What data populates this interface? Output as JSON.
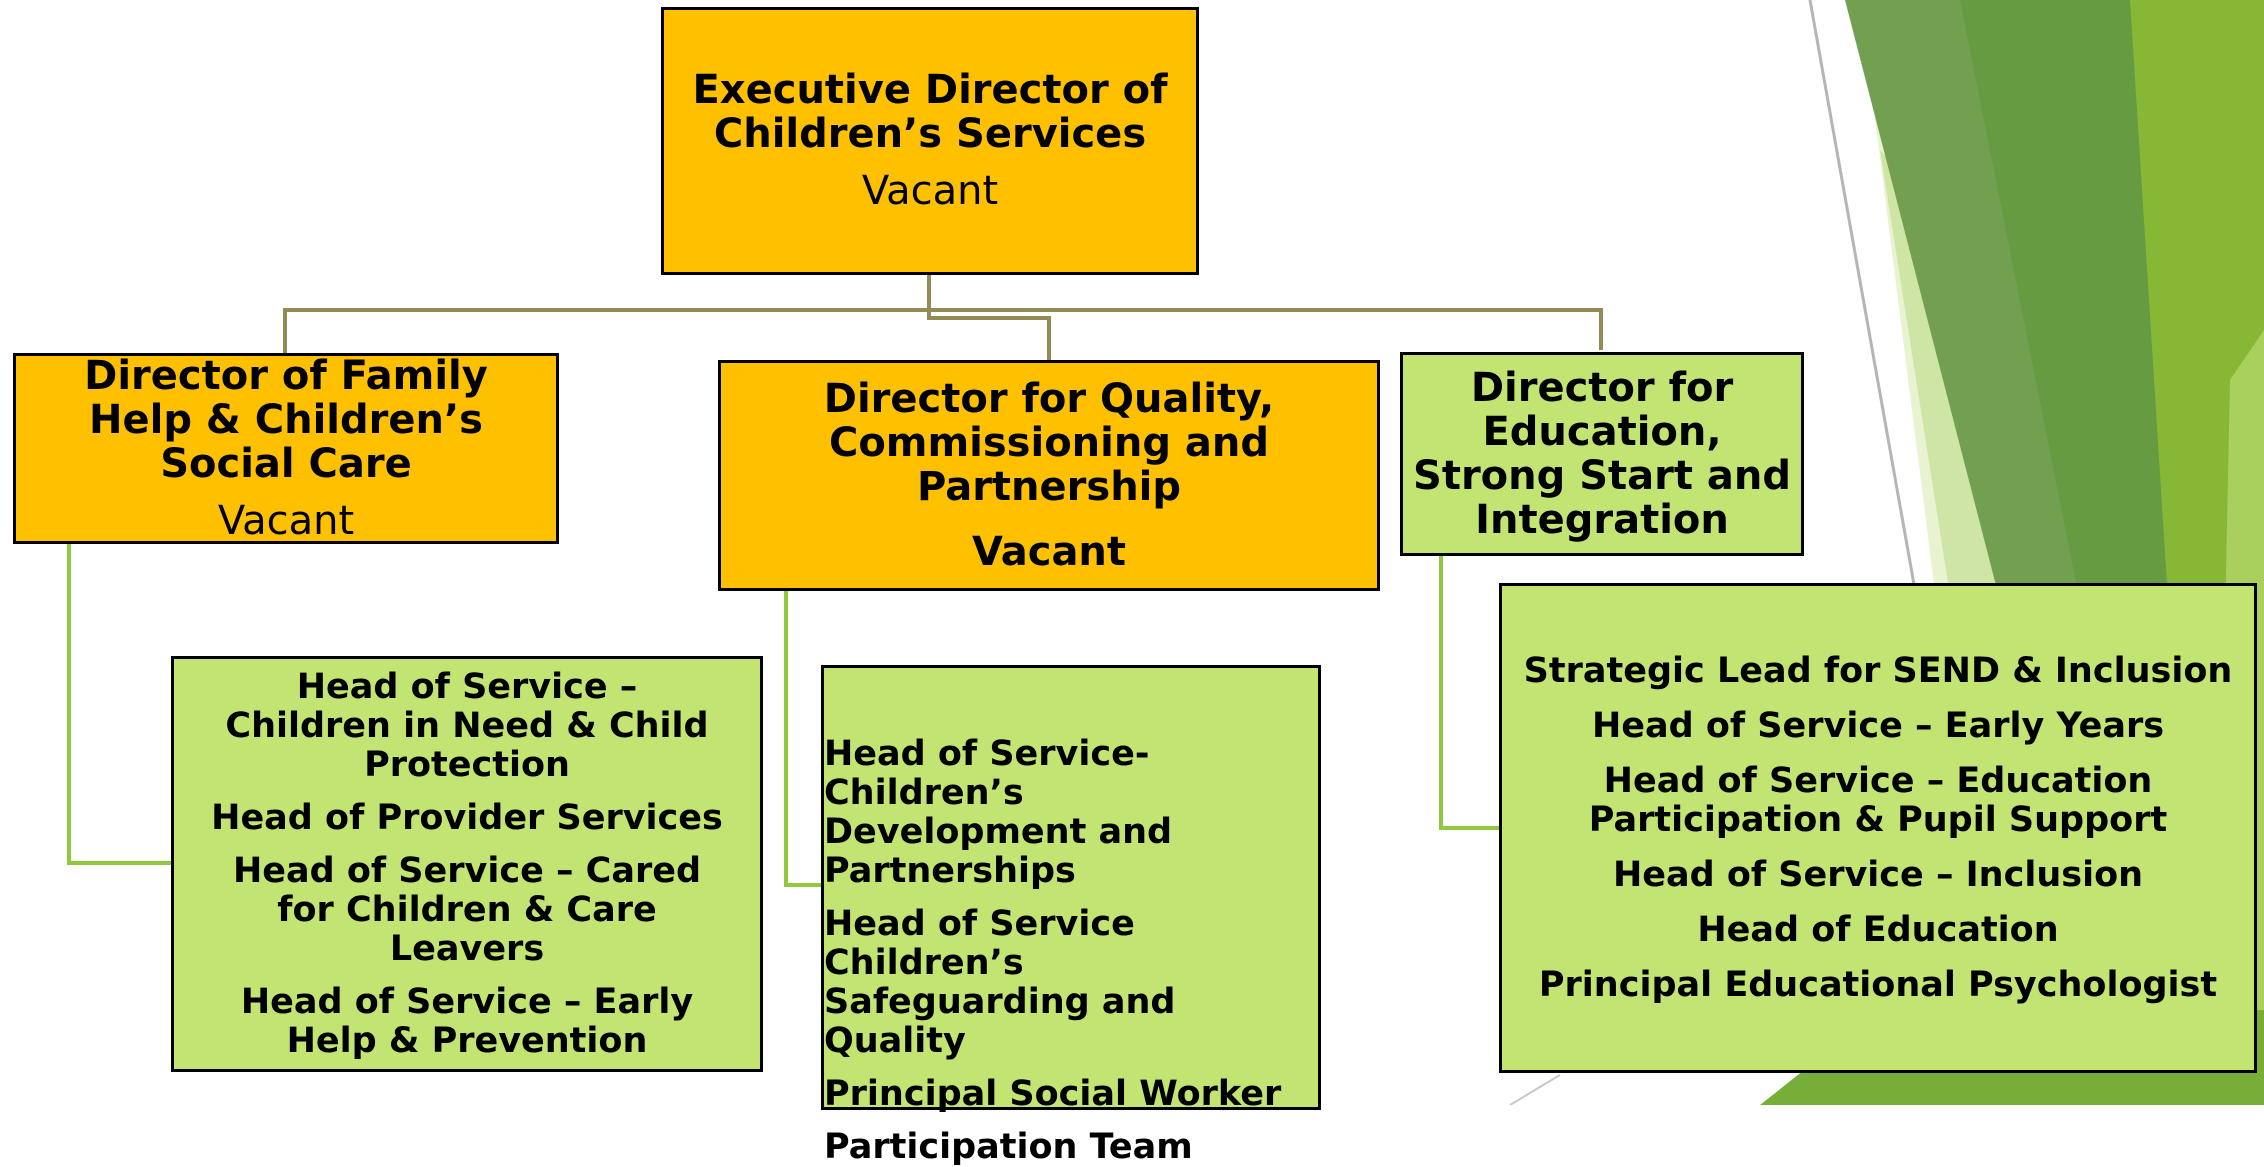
{
  "executive": {
    "title": "Executive Director of Children’s Services",
    "status": "Vacant"
  },
  "directors": [
    {
      "title": "Director of Family Help & Children’s Social Care",
      "status": "Vacant"
    },
    {
      "title": "Director for Quality, Commissioning and Partnership",
      "status": "Vacant"
    },
    {
      "title": "Director for Education, Strong Start and Integration"
    }
  ],
  "teams": {
    "family_help": [
      "Head of Service – Children in Need & Child Protection",
      "Head of Provider Services",
      "Head of Service – Cared for Children & Care Leavers",
      "Head of Service – Early Help & Prevention"
    ],
    "quality": [
      "Head of Service-Children’s Development and Partnerships",
      "Head of Service Children’s Safeguarding and Quality",
      "Principal Social Worker",
      "Participation Team"
    ],
    "education": [
      "Strategic Lead for SEND & Inclusion",
      "Head of Service – Early Years",
      "Head of Service – Education Participation & Pupil Support",
      "Head of Service – Inclusion",
      "Head of Education",
      "Principal Educational Psychologist"
    ]
  },
  "colors": {
    "orange_box": "#FFC000",
    "green_box": "#C1E472",
    "connector_top": "#948A54",
    "connector_green": "#92C83E"
  }
}
